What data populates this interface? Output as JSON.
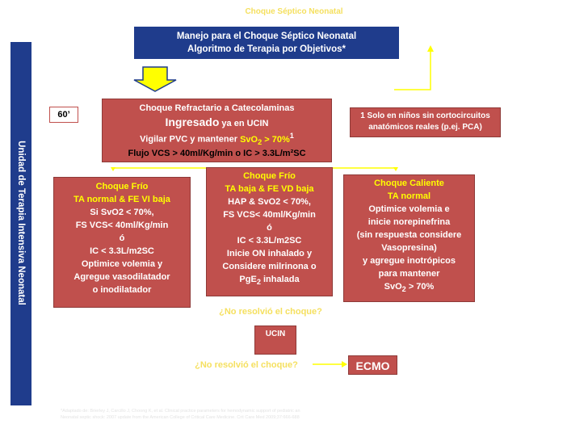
{
  "page": {
    "top_title": "Choque  Séptico Neonatal",
    "sidebar_label": "Unidad de Terapia Intensiva Neonatal"
  },
  "header_box": {
    "line1": "Manejo para el Choque Séptico Neonatal",
    "line2": "Algoritmo de Terapia por Objetivos*"
  },
  "time_label": "60’",
  "main_box": {
    "line1": "Choque Refractario a Catecolaminas",
    "ingresado": "Ingresado",
    "ingresado_rest": " ya en UCIN",
    "line3_a": "Vigilar PVC y mantener ",
    "line3_svo2": "SvO",
    "line3_sub": "2",
    "line3_b": " > 70%",
    "line3_sup": "1",
    "line4": "Flujo VCS > 40ml/Kg/min o IC > 3.3L/m²SC"
  },
  "note_box": {
    "line1": "1 Solo en niños sin cortocircuitos",
    "line2": "anatómicos reales (p.ej. PCA)"
  },
  "box_left": {
    "title": "Choque Frío",
    "subtitle": "TA normal & FE VI baja",
    "lines": [
      "Si SvO2 < 70%,",
      "FS VCS< 40ml/Kg/min",
      "ó",
      "IC < 3.3L/m2SC",
      "Optimice volemia y",
      "Agregue vasodilatador",
      "o inodilatador"
    ]
  },
  "box_mid": {
    "title": "Choque Frío",
    "subtitle": "TA baja & FE VD baja",
    "lines": [
      "HAP & SvO2 < 70%,",
      "FS VCS< 40ml/Kg/min",
      "ó",
      "IC < 3.3L/m2SC",
      "Inicie ON inhalado y",
      "Considere milrinona o"
    ],
    "last_a": "PgE",
    "last_sub": "2",
    "last_b": " inhalada"
  },
  "box_right": {
    "title": "Choque Caliente",
    "subtitle": "TA normal",
    "lines": [
      "Optimice volemia e",
      "inicie norepinefrina",
      "(sin respuesta considere",
      "Vasopresina)",
      "y agregue inotrópicos",
      "para mantener"
    ],
    "last_a": "SvO",
    "last_sub": "2",
    "last_b": " > 70%"
  },
  "question1": "¿No resolvió el choque?",
  "ucin_label": "UCIN",
  "question2": "¿No resolvió el choque?",
  "ecmo_label": "ECMO",
  "footnote": {
    "line1": "*Adaptado de: Brierley J, Carcillo J, Choong K, et al. Clinical practice parameters for hemodynamic support of pediatric an",
    "line2": "Neonatal septic shock: 2007 update from the American College of Critical Care Medicine. Crit Care Med 2009;37:666-688"
  },
  "colors": {
    "navy": "#1F3C8C",
    "red_box": "#C0504D",
    "yellow_text": "#F5E060",
    "arrow_yellow": "#FFFF00"
  }
}
